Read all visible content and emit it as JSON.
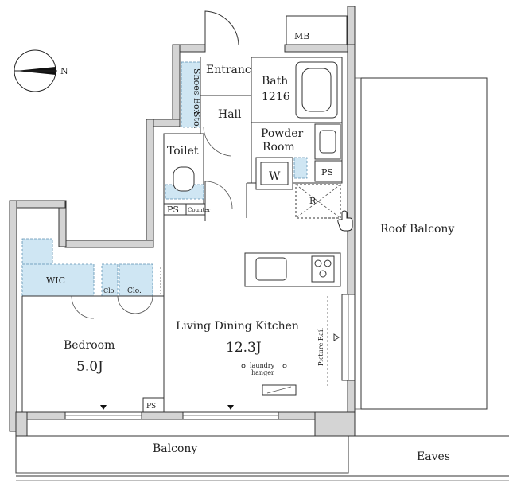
{
  "compass": {
    "north_label": "N"
  },
  "rooms": {
    "mb": "MB",
    "entrance": "Entrance",
    "shoes_box": "Shoes Box",
    "sto": "Sto.",
    "hall": "Hall",
    "bath": "Bath",
    "bath_size": "1216",
    "powder_room_1": "Powder",
    "powder_room_2": "Room",
    "w": "W",
    "toilet": "Toilet",
    "ps_top": "PS",
    "ps_toilet": "PS",
    "counter": "Counter",
    "r": "R",
    "roof_balcony": "Roof Balcony",
    "wic": "WIC",
    "clo1": "Clo.",
    "clo2": "Clo.",
    "ldk": "Living Dining Kitchen",
    "ldk_size": "12.3J",
    "laundry_1": "laundry",
    "laundry_2": "hanger",
    "picture_rail": "Picture Rail",
    "bedroom": "Bedroom",
    "bedroom_size": "5.0J",
    "ps_bottom": "PS",
    "balcony": "Balcony",
    "eaves": "Eaves"
  }
}
